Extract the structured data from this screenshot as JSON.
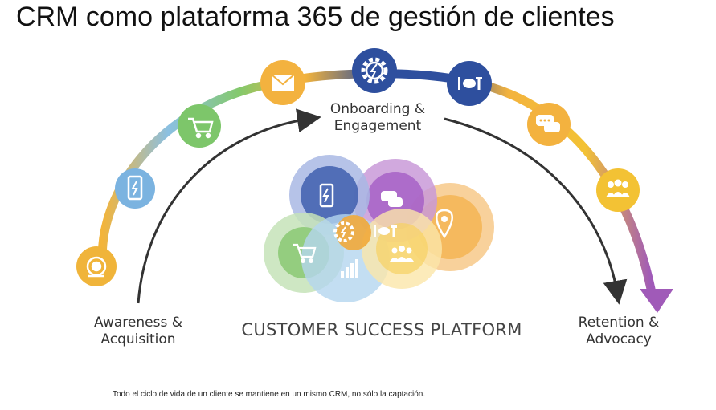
{
  "title": "CRM como plataforma 365 de gestión de clientes",
  "stages": {
    "awareness": "Awareness & Acquisition",
    "onboarding": "Onboarding & Engagement",
    "retention": "Retention & Advocacy"
  },
  "platform_label": "CUSTOMER SUCCESS PLATFORM",
  "footnote": "Todo el ciclo de vida de un cliente se mantiene en un mismo CRM, no sólo la captación.",
  "arc_icons": [
    {
      "icon": "headset-icon",
      "color": "#f0b43a"
    },
    {
      "icon": "mobile-icon",
      "color": "#7bb3e0"
    },
    {
      "icon": "cart-icon",
      "color": "#7dc66a"
    },
    {
      "icon": "mail-icon",
      "color": "#f3b23f"
    },
    {
      "icon": "gear-icon",
      "color": "#2e4f9e"
    },
    {
      "icon": "iot-icon",
      "color": "#2e4f9e"
    },
    {
      "icon": "chat-icon",
      "color": "#f3b23f"
    },
    {
      "icon": "people-icon",
      "color": "#f3c234"
    }
  ],
  "platform_icons": [
    "mobile-icon",
    "chat-icon",
    "pin-icon",
    "gear-icon",
    "iot-icon",
    "cart-icon",
    "people-icon",
    "bar-chart-icon"
  ]
}
